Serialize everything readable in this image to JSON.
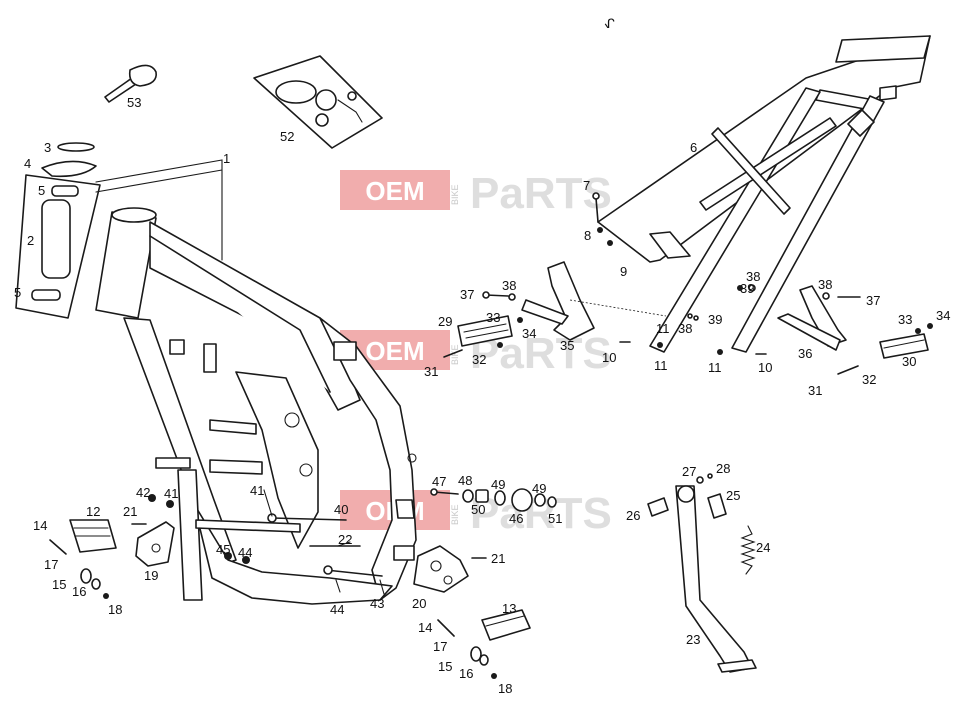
{
  "watermark": {
    "oem": "OEM",
    "bike": "BIKE",
    "parts": "PaRTS",
    "accent": "#e56a6a"
  },
  "corner_mark": "ᖋ",
  "callouts": [
    "1",
    "2",
    "3",
    "4",
    "5",
    "5",
    "6",
    "7",
    "8",
    "9",
    "10",
    "10",
    "11",
    "11",
    "11",
    "12",
    "13",
    "14",
    "14",
    "15",
    "15",
    "16",
    "16",
    "17",
    "17",
    "18",
    "18",
    "19",
    "20",
    "21",
    "21",
    "22",
    "23",
    "24",
    "25",
    "26",
    "27",
    "28",
    "29",
    "30",
    "31",
    "31",
    "32",
    "32",
    "33",
    "33",
    "34",
    "34",
    "35",
    "36",
    "37",
    "37",
    "38",
    "38",
    "38",
    "38",
    "39",
    "39",
    "40",
    "41",
    "41",
    "42",
    "43",
    "44",
    "44",
    "45",
    "46",
    "47",
    "48",
    "49",
    "49",
    "50",
    "51",
    "52",
    "53"
  ]
}
